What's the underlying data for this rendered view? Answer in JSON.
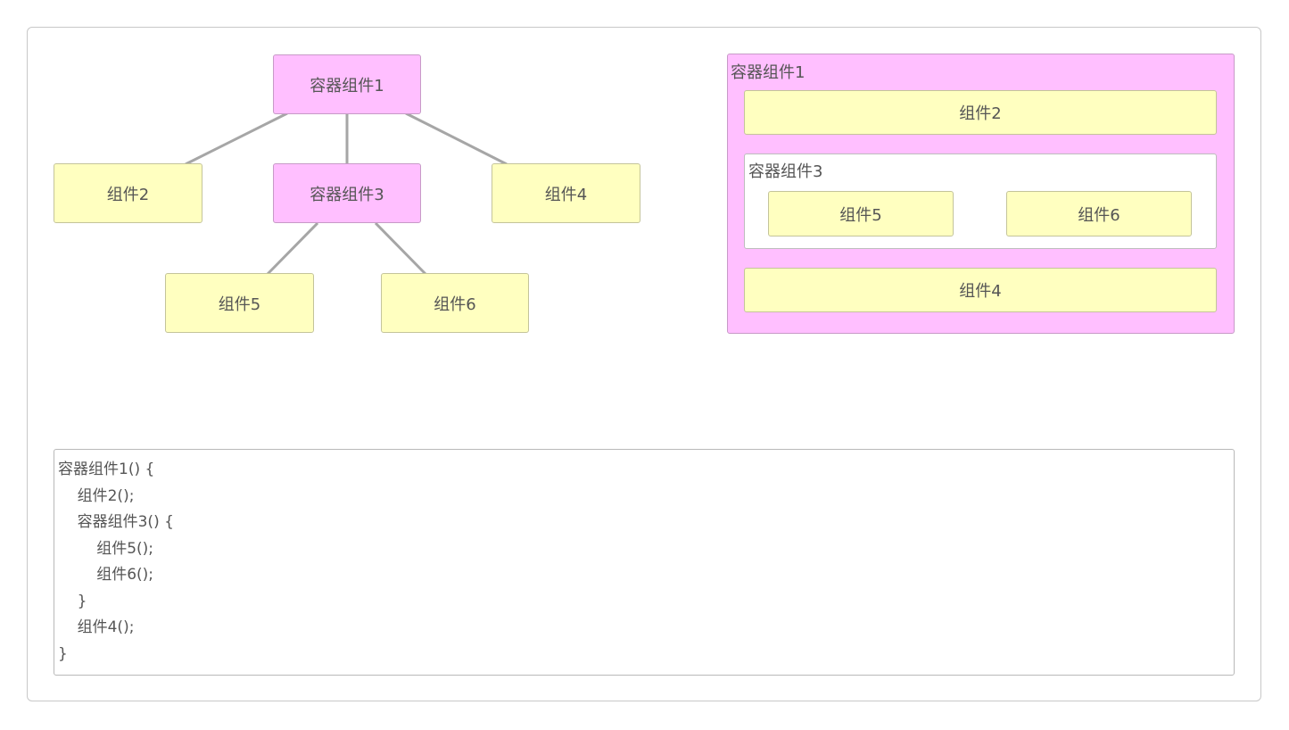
{
  "tree": {
    "root": "容器组件1",
    "child_2": "组件2",
    "child_3": "容器组件3",
    "child_4": "组件4",
    "child_5": "组件5",
    "child_6": "组件6"
  },
  "layout": {
    "outer_label": "容器组件1",
    "item_2": "组件2",
    "inner_label": "容器组件3",
    "item_5": "组件5",
    "item_6": "组件6",
    "item_4": "组件4"
  },
  "code": {
    "lines": [
      "容器组件1() {",
      "    组件2();",
      "    容器组件3() {",
      "        组件5();",
      "        组件6();",
      "    }",
      "    组件4();",
      "}"
    ]
  },
  "colors": {
    "container_fill": "#ffbfff",
    "component_fill": "#ffffc0",
    "connector": "#a6a6a6",
    "text": "#555555"
  }
}
